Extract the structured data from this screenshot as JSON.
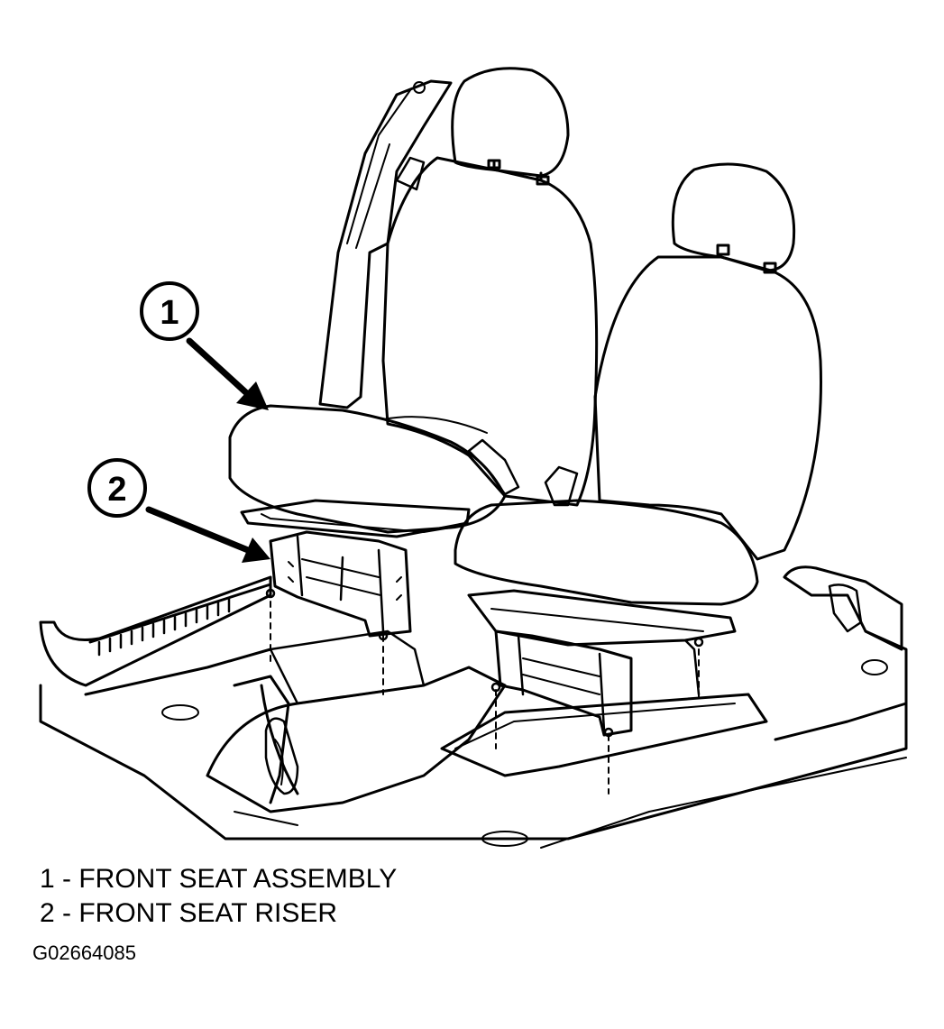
{
  "callouts": [
    {
      "number": "1",
      "label": "FRONT SEAT ASSEMBLY"
    },
    {
      "number": "2",
      "label": "FRONT SEAT RISER"
    }
  ],
  "legend": [
    "1 - FRONT SEAT ASSEMBLY",
    "2 - FRONT SEAT RISER"
  ],
  "figure_id": "G02664085",
  "colors": {
    "line": "#000000",
    "background": "#ffffff"
  }
}
